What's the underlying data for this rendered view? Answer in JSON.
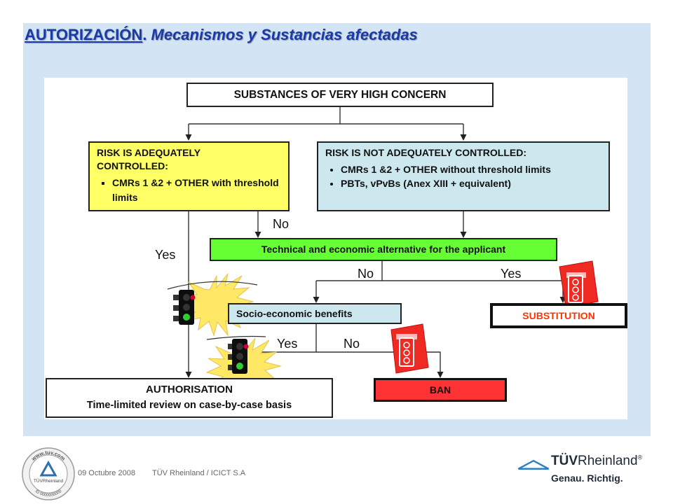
{
  "title": {
    "part1": "AUTORIZACIÓN",
    "part2": ". ",
    "part3": "Mecanismos y Sustancias afectadas"
  },
  "diagram": {
    "svhc": "SUBSTANCES OF VERY HIGH CONCERN",
    "adequate": {
      "heading": "RISK IS ADEQUATELY CONTROLLED:",
      "items": [
        "CMRs 1 &2 + OTHER with threshold limits"
      ]
    },
    "not_adequate": {
      "heading": "RISK IS NOT ADEQUATELY  CONTROLLED:",
      "items": [
        "CMRs 1 &2 + OTHER without threshold limits",
        "PBTs, vPvBs (Anex XIII + equivalent)"
      ]
    },
    "alternative": "Technical and economic alternative for the applicant",
    "socio": "Socio-economic benefits",
    "substitution": "SUBSTITUTION",
    "ban": "BAN",
    "authorisation": {
      "line1": "AUTHORISATION",
      "line2": "Time-limited review on case-by-case basis"
    },
    "labels": {
      "no_adequate": "No",
      "yes_left": "Yes",
      "no_alt": "No",
      "yes_alt": "Yes",
      "yes_socio": "Yes",
      "no_socio": "No"
    },
    "colors": {
      "yellow": "#ffff66",
      "blue": "#cce8ee",
      "green": "#66ff33",
      "red": "#ff3333",
      "substitution_text": "#ff3300",
      "light_green": "#33cc33",
      "light_red": "#cc0033"
    }
  },
  "footer": {
    "date": "09 Octubre 2008",
    "company": "TÜV Rheinland / ICICT S.A",
    "seal_text": "www.tuv.com",
    "seal_id": "ID 0000000000",
    "seal_brand": "TÜVRheinland",
    "brand_tuv": "TÜV",
    "brand_rheinland": "Rheinland",
    "brand_mark": "®",
    "tagline": "Genau. Richtig."
  }
}
